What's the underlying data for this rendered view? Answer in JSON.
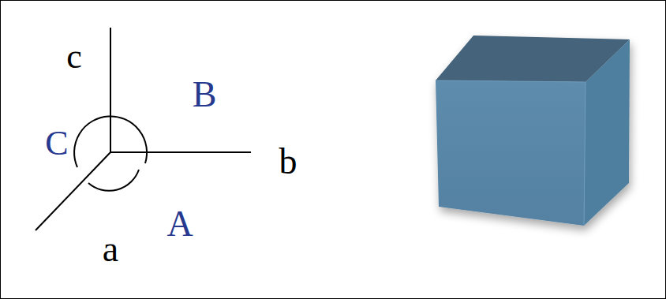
{
  "diagram": {
    "labels": [
      "c",
      "B",
      "C",
      "b",
      "A",
      "a"
    ]
  }
}
